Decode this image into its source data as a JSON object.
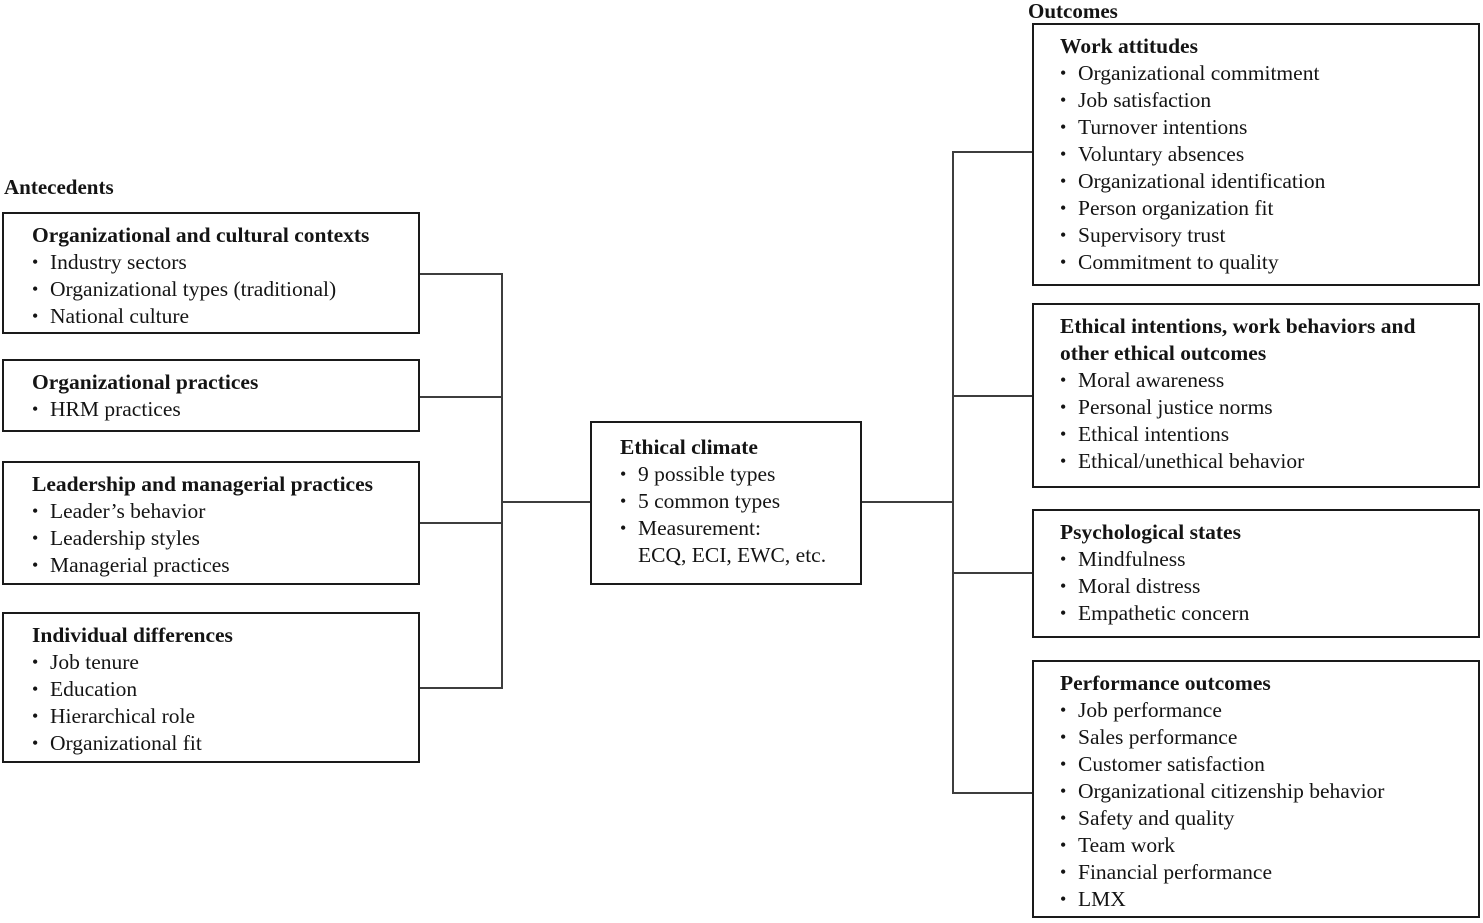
{
  "labels": {
    "antecedents": "Antecedents",
    "outcomes": "Outcomes"
  },
  "antecedents": [
    {
      "title": "Organizational and cultural contexts",
      "items": [
        "Industry sectors",
        "Organizational types (traditional)",
        "National culture"
      ]
    },
    {
      "title": "Organizational practices",
      "items": [
        "HRM practices"
      ]
    },
    {
      "title": "Leadership and managerial practices",
      "items": [
        "Leader’s behavior",
        "Leadership styles",
        "Managerial practices"
      ]
    },
    {
      "title": "Individual differences",
      "items": [
        "Job tenure",
        "Education",
        "Hierarchical role",
        "Organizational fit"
      ]
    }
  ],
  "center": {
    "title": "Ethical climate",
    "items": [
      "9 possible types",
      "5 common types",
      "Measurement:"
    ],
    "continuation": "ECQ, ECI, EWC, etc."
  },
  "outcomes": [
    {
      "title": "Work attitudes",
      "items": [
        "Organizational commitment",
        "Job satisfaction",
        "Turnover intentions",
        "Voluntary absences",
        "Organizational identification",
        "Person organization fit",
        "Supervisory trust",
        "Commitment to quality"
      ]
    },
    {
      "title": "Ethical intentions, work behaviors and other ethical outcomes",
      "items": [
        "Moral awareness",
        "Personal justice norms",
        "Ethical intentions",
        "Ethical/unethical behavior"
      ]
    },
    {
      "title": "Psychological states",
      "items": [
        "Mindfulness",
        "Moral distress",
        "Empathetic concern"
      ]
    },
    {
      "title": "Performance outcomes",
      "items": [
        "Job performance",
        "Sales performance",
        "Customer satisfaction",
        "Organizational citizenship behavior",
        "Safety and quality",
        "Team work",
        "Financial performance",
        "LMX"
      ]
    }
  ],
  "colors": {
    "box_border": "#1a1a1a",
    "connector_line": "#3d3d3d",
    "text": "#141414",
    "background": "#ffffff"
  }
}
